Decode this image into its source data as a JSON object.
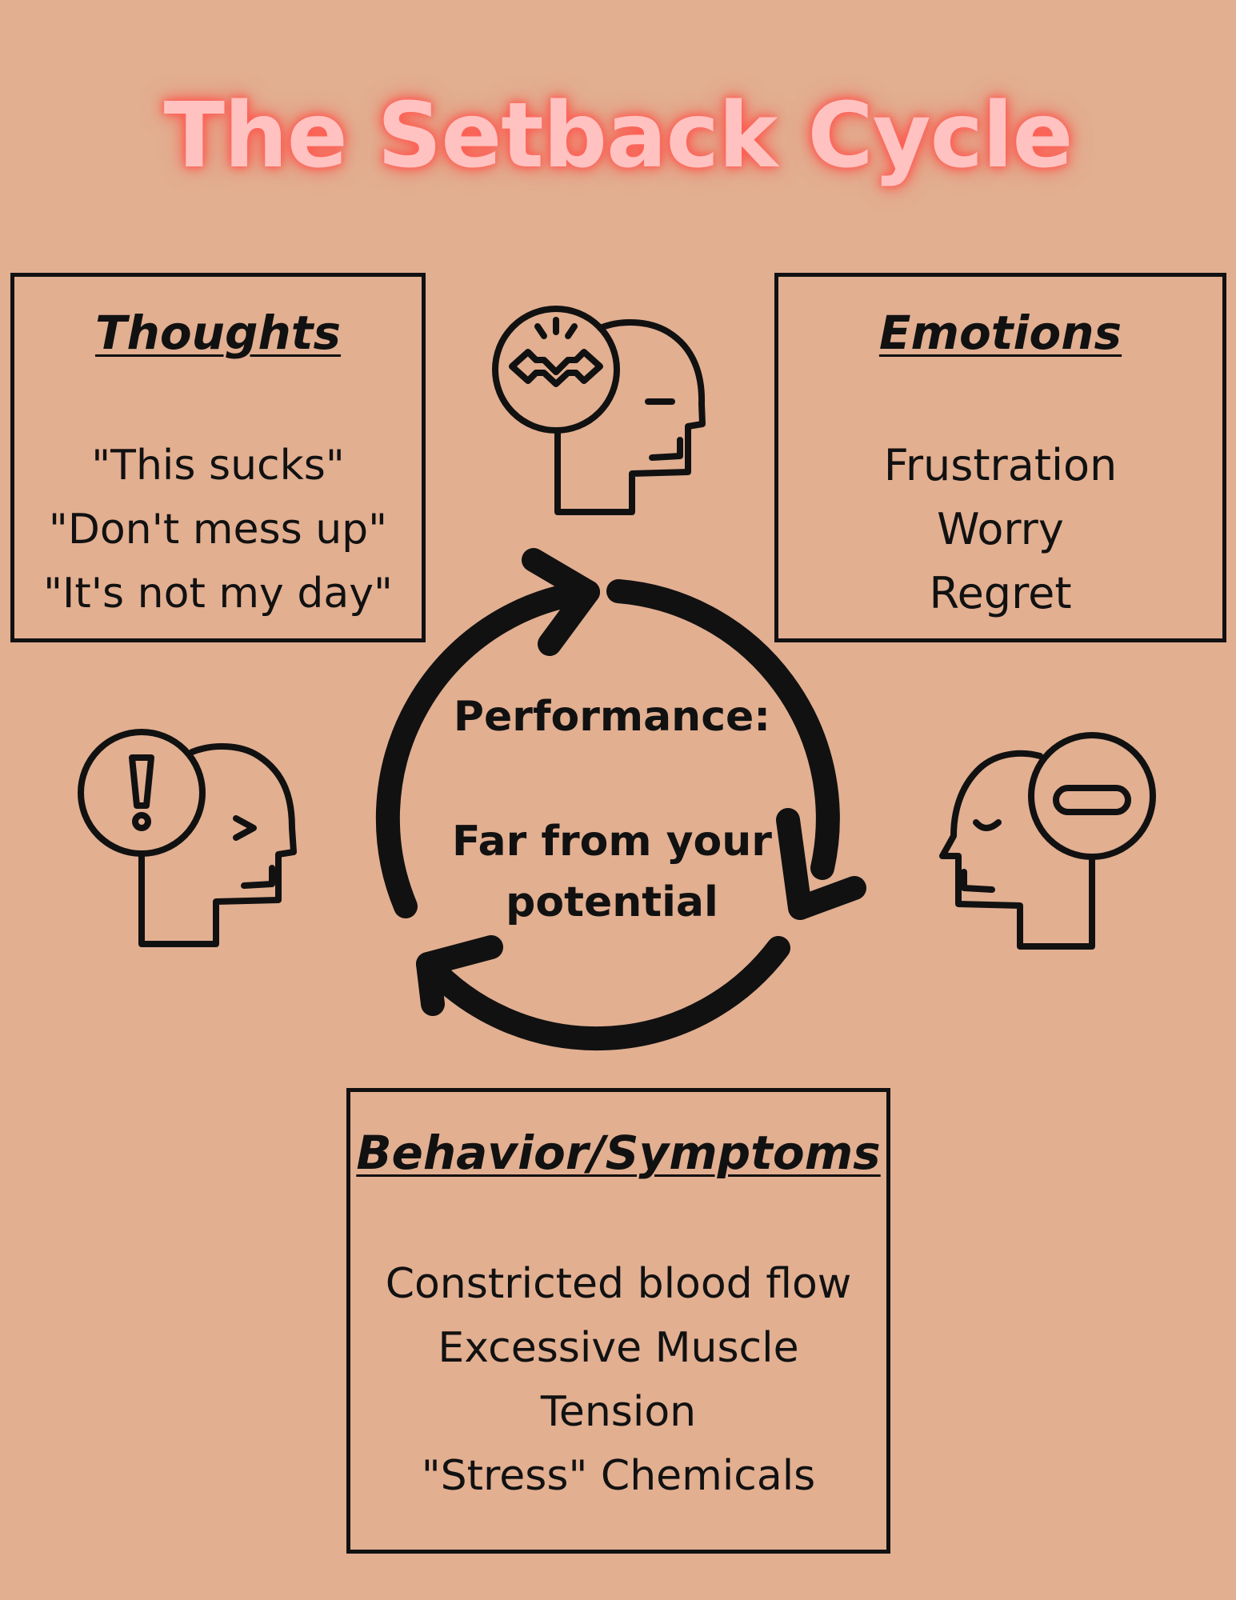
{
  "title": "The Setback Cycle",
  "thoughts": {
    "heading": "Thoughts",
    "lines": [
      "\"This sucks\"",
      "\"Don't mess up\"",
      "\"It's not my day\""
    ]
  },
  "emotions": {
    "heading": "Emotions",
    "lines": [
      "Frustration",
      "Worry",
      "Regret"
    ]
  },
  "behavior": {
    "heading": "Behavior/Symptoms",
    "lines": [
      "Constricted blood flow",
      "Excessive Muscle",
      "Tension",
      "\"Stress\" Chemicals"
    ]
  },
  "center": {
    "label": "Performance:",
    "line1": "Far from your",
    "line2": "potential"
  },
  "icons": {
    "top": "head-confused-icon",
    "left": "head-alert-icon",
    "right": "head-sad-icon"
  },
  "colors": {
    "background": "#e2af91",
    "title": "#ffc2c0",
    "title_glow": "#ff4d44",
    "ink": "#111111"
  }
}
